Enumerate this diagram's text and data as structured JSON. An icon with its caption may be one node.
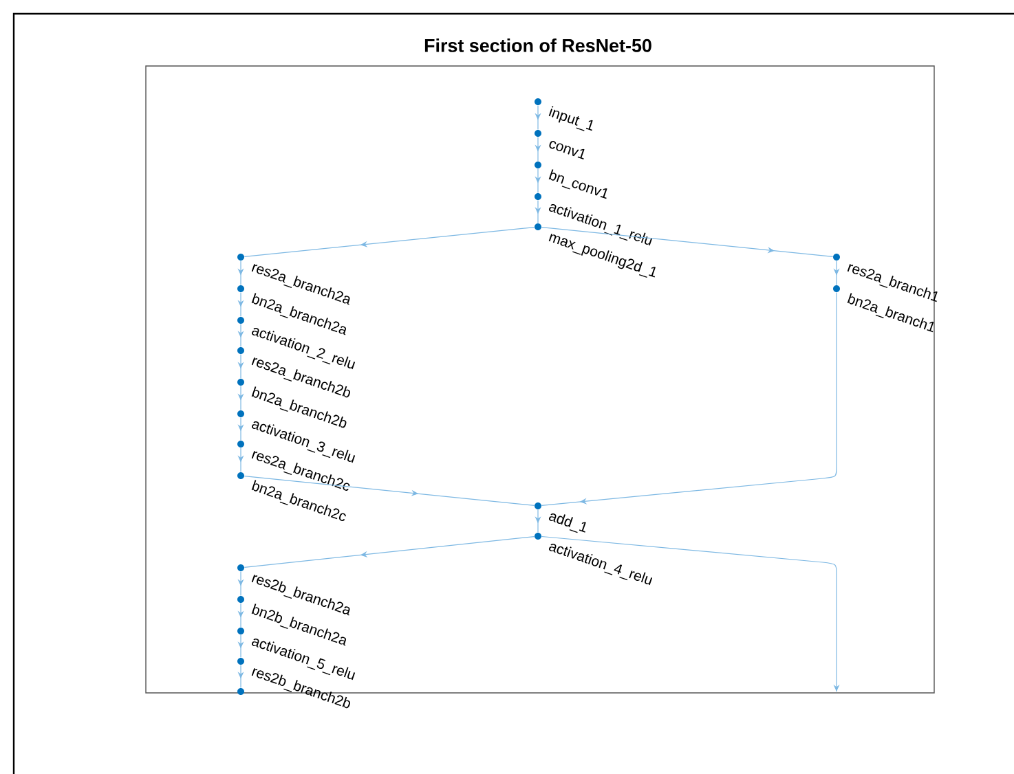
{
  "diagram": {
    "title": "First section of ResNet-50",
    "nodes": [
      {
        "text": [
          "input_1"
        ]
      },
      {
        "text": [
          "conv1"
        ]
      },
      {
        "text": [
          "bn_conv1"
        ]
      },
      {
        "text": [
          "activation_1_relu"
        ]
      },
      {
        "text": [
          "max_pooling2d_1"
        ]
      },
      {
        "text": [
          "res2a_branch2a"
        ]
      },
      {
        "text": [
          "bn2a_branch2a"
        ]
      },
      {
        "text": [
          "activation_2_relu"
        ]
      },
      {
        "text": [
          "res2a_branch2b"
        ]
      },
      {
        "text": [
          "bn2a_branch2b"
        ]
      },
      {
        "text": [
          "activation_3_relu"
        ]
      },
      {
        "text": [
          "res2a_branch2c"
        ]
      },
      {
        "text": [
          "bn2a_branch2c"
        ]
      },
      {
        "text": [
          "res2a_branch1"
        ]
      },
      {
        "text": [
          "bn2a_branch1"
        ]
      },
      {
        "text": [
          "add_1"
        ]
      },
      {
        "text": [
          "activation_4_relu"
        ]
      },
      {
        "text": [
          "res2b_branch2a"
        ]
      },
      {
        "text": [
          "bn2b_branch2a"
        ]
      },
      {
        "text": [
          "activation_5_relu"
        ]
      },
      {
        "text": [
          "res2b_branch2b"
        ]
      },
      {
        "text": [],
        "shape": "circle"
      }
    ],
    "edges": [
      {
        "from": 0,
        "to": 1,
        "arrow": "to"
      },
      {
        "from": 1,
        "to": 2,
        "arrow": "to"
      },
      {
        "from": 2,
        "to": 3,
        "arrow": "to"
      },
      {
        "from": 3,
        "to": 4,
        "arrow": "to"
      },
      {
        "from": 4,
        "to": 5,
        "arrow": "to"
      },
      {
        "from": 4,
        "to": 13,
        "arrow": "to"
      },
      {
        "from": 5,
        "to": 6,
        "arrow": "to"
      },
      {
        "from": 6,
        "to": 7,
        "arrow": "to"
      },
      {
        "from": 7,
        "to": 8,
        "arrow": "to"
      },
      {
        "from": 8,
        "to": 9,
        "arrow": "to"
      },
      {
        "from": 9,
        "to": 10,
        "arrow": "to"
      },
      {
        "from": 10,
        "to": 11,
        "arrow": "to"
      },
      {
        "from": 11,
        "to": 12,
        "arrow": "to"
      },
      {
        "from": 12,
        "to": 15,
        "arrow": "to"
      },
      {
        "from": 13,
        "to": 14,
        "arrow": "to"
      },
      {
        "from": 14,
        "to": 15,
        "arrow": "to"
      },
      {
        "from": 15,
        "to": 16,
        "arrow": "to"
      },
      {
        "from": 16,
        "to": 17,
        "arrow": "to"
      },
      {
        "from": 17,
        "to": 18,
        "arrow": "to"
      },
      {
        "from": 18,
        "to": 19,
        "arrow": "to"
      },
      {
        "from": 19,
        "to": 20,
        "arrow": "to"
      },
      {
        "from": 20,
        "to": 21,
        "arrow": "to"
      },
      {
        "from": 16,
        "to": null,
        "arrow": "to"
      }
    ]
  }
}
